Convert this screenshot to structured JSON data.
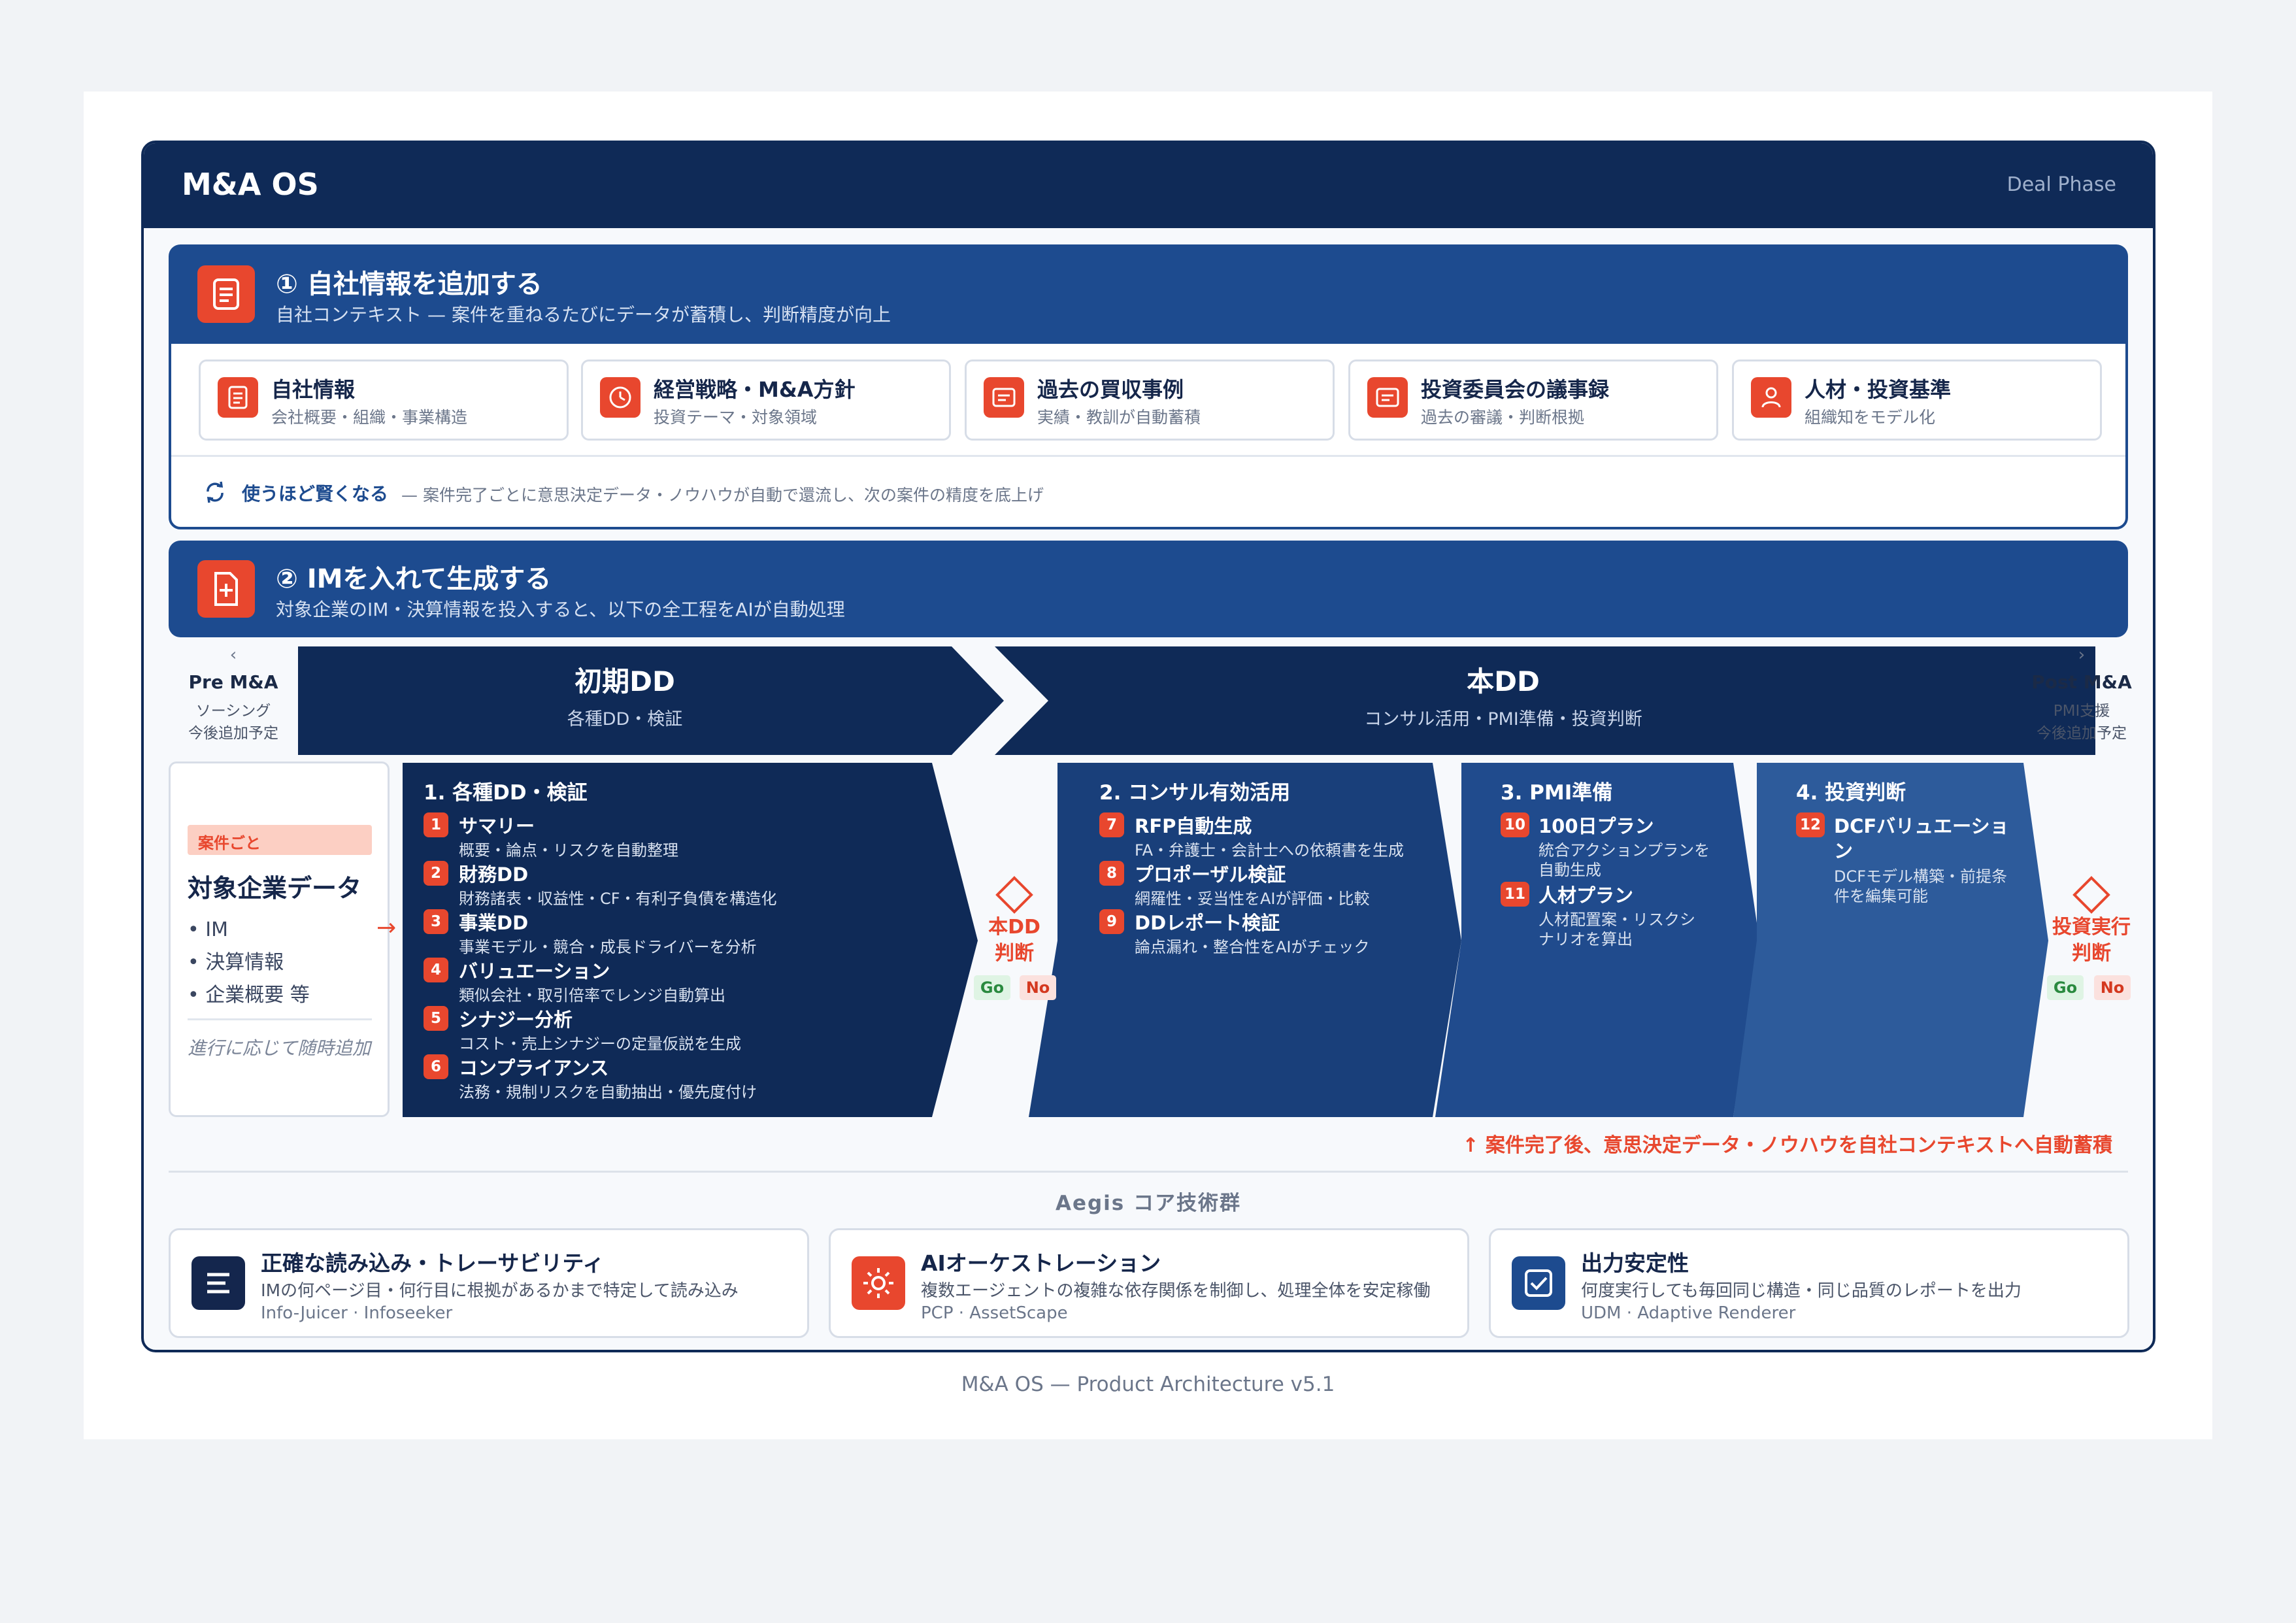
{
  "app": {
    "title": "M&A OS",
    "phase": "Deal Phase",
    "footer": "M&A OS — Product Architecture v5.1"
  },
  "section1": {
    "title": "① 自社情報を追加する",
    "subtitle": "自社コンテキスト — 案件を重ねるたびにデータが蓄積し、判断精度が向上",
    "cards": [
      {
        "title": "自社情報",
        "sub": "会社概要・組織・事業構造",
        "icon": "document-icon"
      },
      {
        "title": "経営戦略・M&A方針",
        "sub": "投資テーマ・対象領域",
        "icon": "clock-icon"
      },
      {
        "title": "過去の買収事例",
        "sub": "実績・教訓が自動蓄積",
        "icon": "list-icon"
      },
      {
        "title": "投資委員会の議事録",
        "sub": "過去の審議・判断根拠",
        "icon": "list-icon"
      },
      {
        "title": "人材・投資基準",
        "sub": "組織知をモデル化",
        "icon": "person-icon"
      }
    ],
    "loop_label": "使うほど賢くなる",
    "loop_text": "— 案件完了ごとに意思決定データ・ノウハウが自動で還流し、次の案件の精度を底上げ"
  },
  "section2": {
    "title": "② IMを入れて生成する",
    "subtitle": "対象企業のIM・決算情報を投入すると、以下の全工程をAIが自動処理"
  },
  "phases": {
    "pre": {
      "arrow": "‹",
      "title": "Pre M&A",
      "sub1": "ソーシング",
      "sub2": "今後追加予定"
    },
    "initial": {
      "title": "初期DD",
      "sub": "各種DD・検証"
    },
    "main": {
      "title": "本DD",
      "sub": "コンサル活用・PMI準備・投資判断"
    },
    "post": {
      "arrow": "›",
      "title": "Post M&A",
      "sub1": "PMI支援",
      "sub2": "今後追加予定"
    }
  },
  "target": {
    "badge": "案件ごと",
    "title": "対象企業データ",
    "items": [
      "IM",
      "決算情報",
      "企業概要 等"
    ],
    "note": "進行に応じて随時追加",
    "arrow": "→"
  },
  "blocks": [
    {
      "title": "1. 各種DD・検証",
      "items": [
        {
          "n": "1",
          "t": "サマリー",
          "s": "概要・論点・リスクを自動整理"
        },
        {
          "n": "2",
          "t": "財務DD",
          "s": "財務諸表・収益性・CF・有利子負債を構造化"
        },
        {
          "n": "3",
          "t": "事業DD",
          "s": "事業モデル・競合・成長ドライバーを分析"
        },
        {
          "n": "4",
          "t": "バリュエーション",
          "s": "類似会社・取引倍率でレンジ自動算出"
        },
        {
          "n": "5",
          "t": "シナジー分析",
          "s": "コスト・売上シナジーの定量仮説を生成"
        },
        {
          "n": "6",
          "t": "コンプライアンス",
          "s": "法務・規制リスクを自動抽出・優先度付け"
        }
      ]
    },
    {
      "title": "2. コンサル有効活用",
      "items": [
        {
          "n": "7",
          "t": "RFP自動生成",
          "s": "FA・弁護士・会計士への依頼書を生成"
        },
        {
          "n": "8",
          "t": "プロポーザル検証",
          "s": "網羅性・妥当性をAIが評価・比較"
        },
        {
          "n": "9",
          "t": "DDレポート検証",
          "s": "論点漏れ・整合性をAIがチェック"
        }
      ]
    },
    {
      "title": "3. PMI準備",
      "items": [
        {
          "n": "10",
          "t": "100日プラン",
          "s1": "統合アクションプランを",
          "s2": "自動生成"
        },
        {
          "n": "11",
          "t": "人材プラン",
          "s1": "人材配置案・リスクシ",
          "s2": "ナリオを算出"
        }
      ]
    },
    {
      "title": "4. 投資判断",
      "items": [
        {
          "n": "12",
          "t1": "DCFバリュエーショ",
          "t2": "ン",
          "s1": "DCFモデル構築・前提条",
          "s2": "件を編集可能"
        }
      ]
    }
  ],
  "decisions": [
    {
      "l1": "本DD",
      "l2": "判断",
      "go": "Go",
      "no": "No"
    },
    {
      "l1": "投資実行",
      "l2": "判断",
      "go": "Go",
      "no": "No"
    }
  ],
  "feedback": "↑ 案件完了後、意思決定データ・ノウハウを自社コンテキストへ自動蓄積",
  "core": {
    "title": "Aegis コア技術群",
    "cards": [
      {
        "title": "正確な読み込み・トレーサビリティ",
        "desc": "IMの何ページ目・何行目に根拠があるかまで特定して読み込み",
        "tags": "Info-Juicer · Infoseeker",
        "icon": "lines-icon",
        "color": "#14264d"
      },
      {
        "title": "AIオーケストレーション",
        "desc": "複数エージェントの複雑な依存関係を制御し、処理全体を安定稼働",
        "tags": "PCP · AssetScape",
        "icon": "sun-icon",
        "color": "#e8472e"
      },
      {
        "title": "出力安定性",
        "desc": "何度実行しても毎回同じ構造・同じ品質のレポートを出力",
        "tags": "UDM · Adaptive Renderer",
        "icon": "checkbox-icon",
        "color": "#1d4b8f"
      }
    ]
  },
  "colors": {
    "navy": "#0f2a57",
    "blue": "#1d4b8f",
    "accent": "#e8472e"
  }
}
